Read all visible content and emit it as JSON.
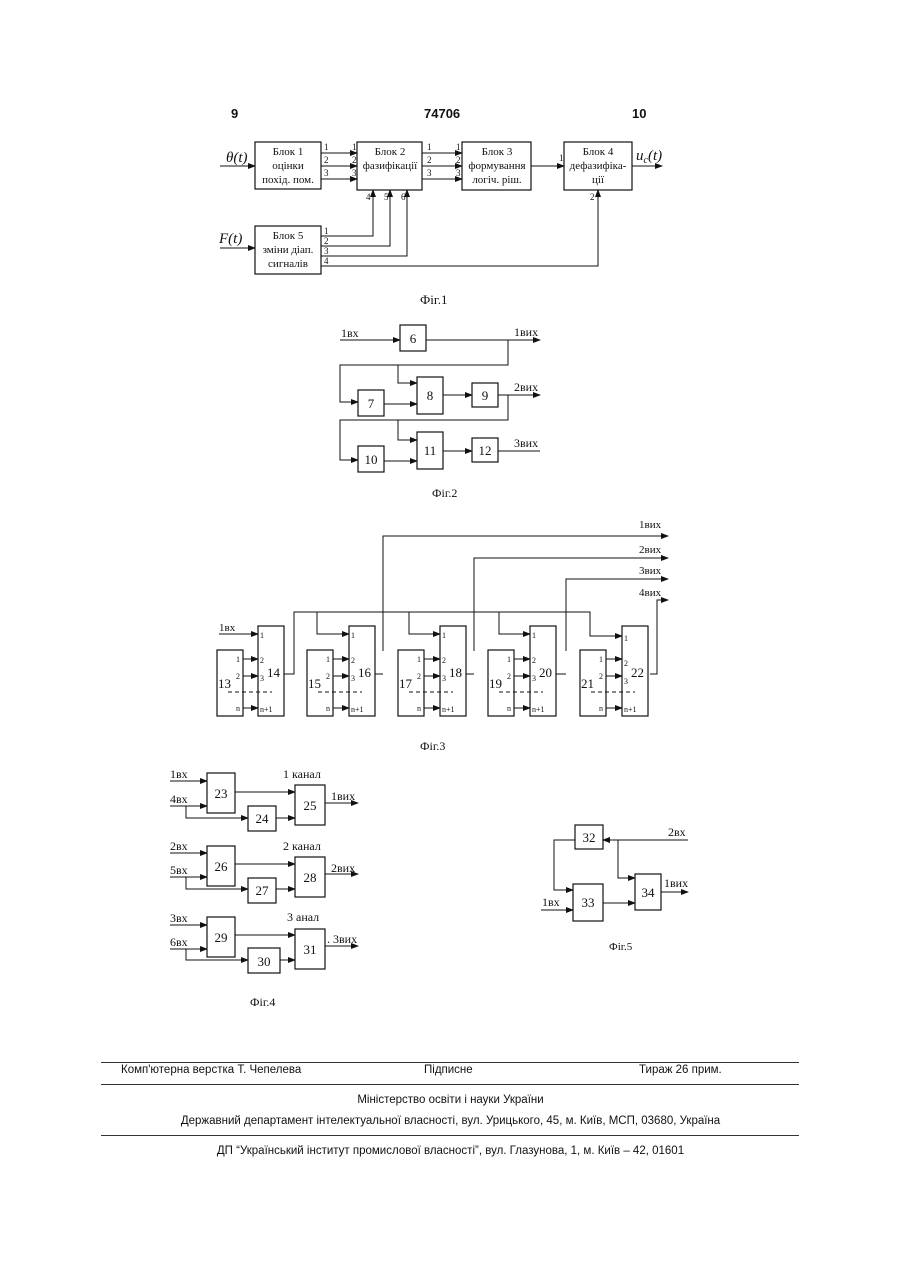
{
  "header": {
    "left": "9",
    "center": "74706",
    "right": "10"
  },
  "fig1": {
    "caption": "Фіг.1",
    "input_theta": "θ(t)",
    "input_f": "F(t)",
    "output_u": "u",
    "output_u_sub": "c",
    "output_u_tail": "(t)",
    "blocks": [
      {
        "lines": [
          "Блок 1",
          "оцінки",
          "похід. пом."
        ]
      },
      {
        "lines": [
          "Блок 2",
          "фазифікації"
        ]
      },
      {
        "lines": [
          "Блок 3",
          "формування",
          "логіч. ріш."
        ]
      },
      {
        "lines": [
          "Блок 4",
          "дефазифіка-",
          "ції"
        ]
      },
      {
        "lines": [
          "Блок 5",
          "зміни діап.",
          "сигналів"
        ]
      }
    ],
    "port_labels": [
      "1",
      "2",
      "3",
      "4",
      "5",
      "6"
    ]
  },
  "fig2": {
    "caption": "Фіг.2",
    "input": "1вх",
    "outputs": [
      "1вих",
      "2вих",
      "3вих"
    ],
    "blocks": [
      "6",
      "7",
      "8",
      "9",
      "10",
      "11",
      "12"
    ]
  },
  "fig3": {
    "caption": "Фіг.3",
    "input": "1вх",
    "outputs": [
      "1вих",
      "2вих",
      "3вих",
      "4вих"
    ],
    "left_blocks": [
      "13",
      "15",
      "17",
      "19",
      "21"
    ],
    "right_blocks": [
      "14",
      "16",
      "18",
      "20",
      "22"
    ],
    "port_labels": [
      "1",
      "2",
      "3",
      "n",
      "n+1"
    ]
  },
  "fig4": {
    "caption": "Фіг.4",
    "channels": [
      {
        "label": "1 канал",
        "in_a": "1вх",
        "in_b": "4вх",
        "out": "1вих",
        "blocks": [
          "23",
          "24",
          "25"
        ]
      },
      {
        "label": "2 канал",
        "in_a": "2вх",
        "in_b": "5вх",
        "out": "2вих",
        "blocks": [
          "26",
          "27",
          "28"
        ]
      },
      {
        "label": "3 анал",
        "in_a": "3вх",
        "in_b": "6вх",
        "out": ". 3вих",
        "blocks": [
          "29",
          "30",
          "31"
        ]
      }
    ]
  },
  "fig5": {
    "caption": "Фіг.5",
    "in1": "1вх",
    "in2": "2вх",
    "out": "1вих",
    "blocks": [
      "32",
      "33",
      "34"
    ]
  },
  "footer": {
    "layout_credit": "Комп'ютерна верстка Т. Чепелева",
    "signed": "Підписне",
    "print_run": "Тираж 26 прим.",
    "ministry": "Міністерство освіти і науки України",
    "department": "Державний департамент інтелектуальної власності, вул. Урицького, 45, м. Київ, МСП, 03680, Україна",
    "institute": "ДП “Український інститут промислової власності”, вул. Глазунова, 1, м. Київ – 42, 01601"
  }
}
